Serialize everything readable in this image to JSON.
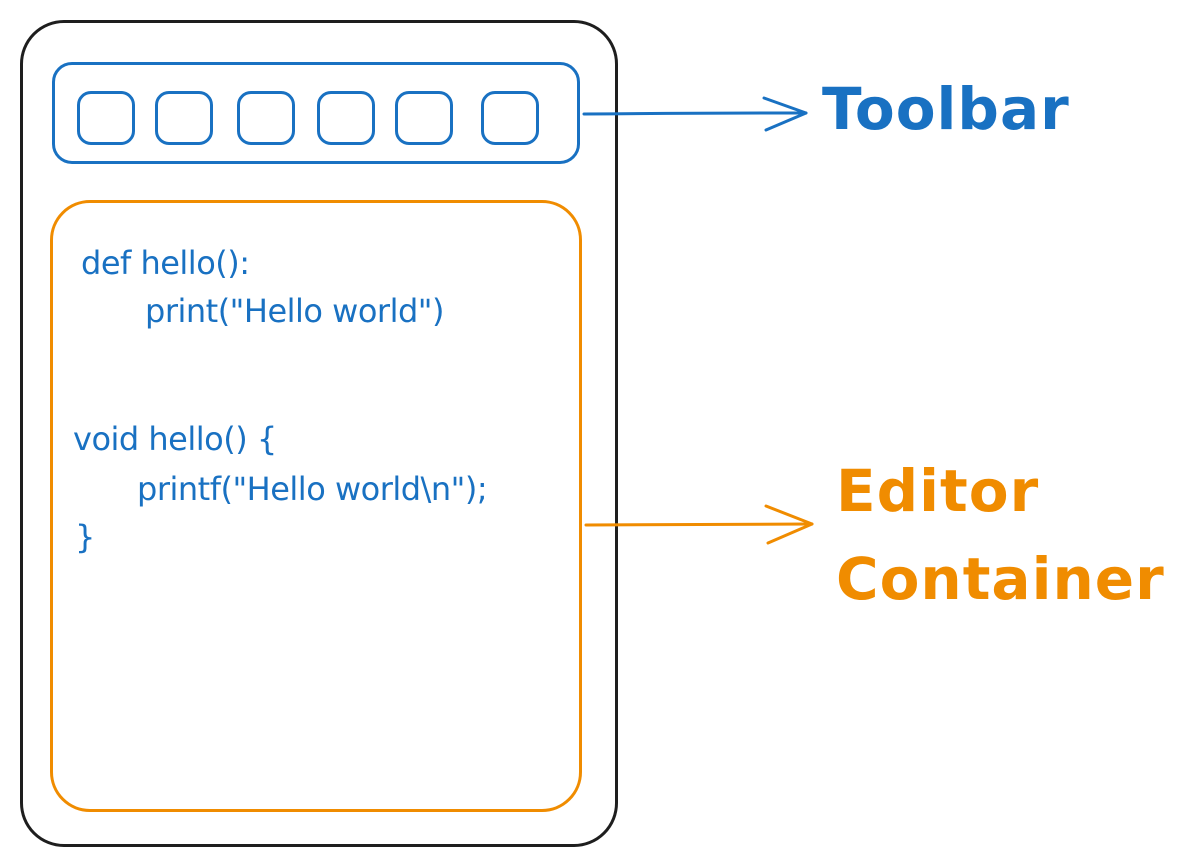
{
  "colors": {
    "frame": "#1e1e1e",
    "toolbar": "#1971c2",
    "editor": "#f08c00"
  },
  "toolbar": {
    "button_count": 6
  },
  "editor": {
    "code_lines": [
      "def hello():",
      "print(\"Hello world\")",
      "void hello() {",
      "printf(\"Hello world\\n\");",
      "}"
    ]
  },
  "labels": {
    "toolbar": "Toolbar",
    "editor_line1": "Editor",
    "editor_line2": "Container"
  }
}
